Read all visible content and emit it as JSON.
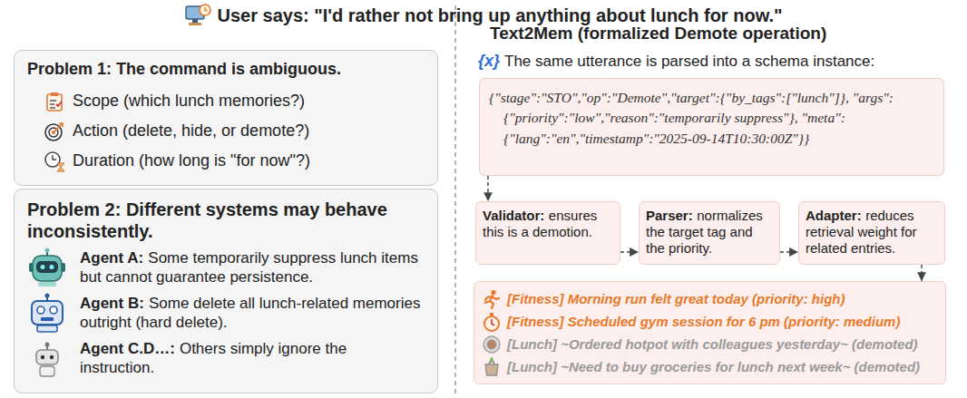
{
  "diagram": {
    "title": "User says: \"I'd rather not bring up anything about lunch for now.\"",
    "nodes": [
      {
        "text": [
          "Problem 1: The command is ambiguous.",
          "Scope (which lunch memories?)",
          "Action (delete, hide, or demote?)",
          "Duration (how long is \"for now\"?)"
        ]
      },
      {
        "text": [
          "Problem 2: Different systems may behave inconsistently.",
          "Agent A:",
          "Some temporarily suppress lunch items but cannot guarantee persistence.",
          "Agent B:",
          "Some delete all lunch-related memories outright (hard delete).",
          "Agent C.D…:",
          "Others simply ignore the instruction."
        ]
      },
      {
        "text": [
          "{\"stage\":\"STO\",\"op\":\"Demote\",\"target\":{\"by_tags\":[\"lunch\"]}, \"args\":{\"priority\":\"low\",\"reason\":\"temporarily suppress\"}, \"meta\":{\"lang\":\"en\",\"timestamp\":\"2025-09-14T10:30:00Z\"}}"
        ]
      },
      {
        "text": [
          "Validator:",
          "ensures this is a demotion."
        ]
      },
      {
        "text": [
          "Parser:",
          "normalizes the target tag and the priority."
        ]
      },
      {
        "text": [
          "Adapter:",
          "reduces retrieval weight for related entries."
        ]
      },
      {
        "text": [
          "[Fitness] Morning run felt great today (priority: high)",
          "[Fitness] Scheduled gym session for 6 pm (priority: medium)",
          "[Lunch] ~Ordered hotpot with colleagues yesterday~ (demoted)",
          "[Lunch] ~Need to buy groceries for lunch next week~ (demoted)"
        ]
      }
    ],
    "edges": [
      {
        "from": 2,
        "to": 3,
        "arrow": "to"
      },
      {
        "from": 3,
        "to": 4,
        "arrow": "to"
      },
      {
        "from": 4,
        "to": 5,
        "arrow": "to"
      },
      {
        "from": 5,
        "to": 6,
        "arrow": "to"
      }
    ],
    "labels": [
      "Text2Mem (formalized Demote operation)",
      "{x}",
      "The same utterance is parsed into a schema instance:"
    ]
  }
}
